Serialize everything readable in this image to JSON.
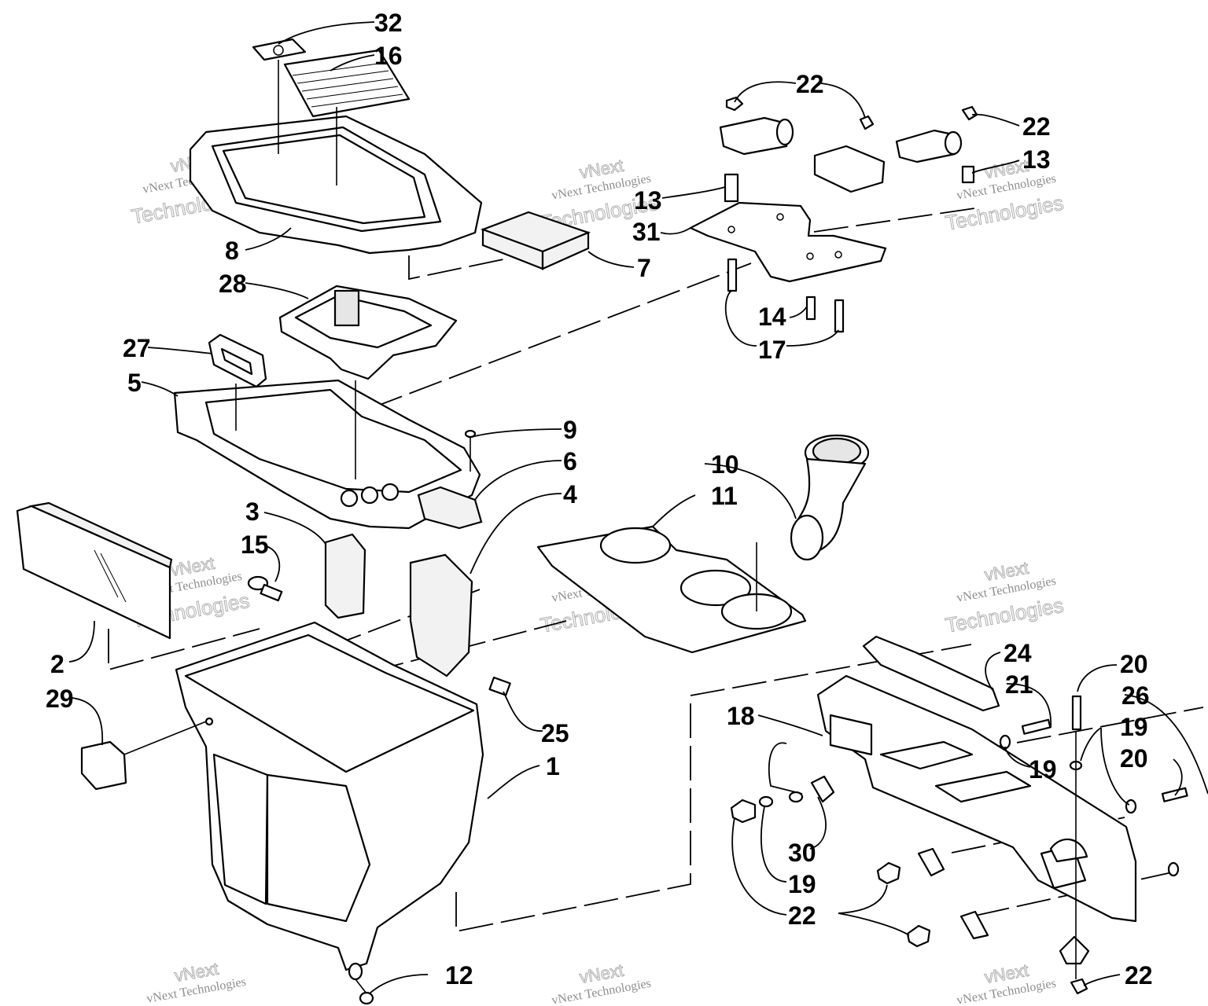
{
  "callouts": {
    "c1": "1",
    "c2": "2",
    "c3": "3",
    "c4": "4",
    "c5": "5",
    "c6": "6",
    "c7": "7",
    "c8": "8",
    "c9": "9",
    "c10": "10",
    "c11": "11",
    "c12": "12",
    "c13_top": "13",
    "c13_right": "13",
    "c14": "14",
    "c15": "15",
    "c16": "16",
    "c17": "17",
    "c18": "18",
    "c19_a": "19",
    "c19_b": "19",
    "c19_c": "19",
    "c20_a": "20",
    "c20_b": "20",
    "c21": "21",
    "c22_top": "22",
    "c22_right": "22",
    "c22_bottom": "22",
    "c22_corner": "22",
    "c24": "24",
    "c25": "25",
    "c26": "26",
    "c27": "27",
    "c28": "28",
    "c29": "29",
    "c30": "30",
    "c31": "31",
    "c32": "32"
  },
  "watermark": {
    "company": "vNext Technologies",
    "logo": "vNext",
    "word": "Technologies"
  }
}
